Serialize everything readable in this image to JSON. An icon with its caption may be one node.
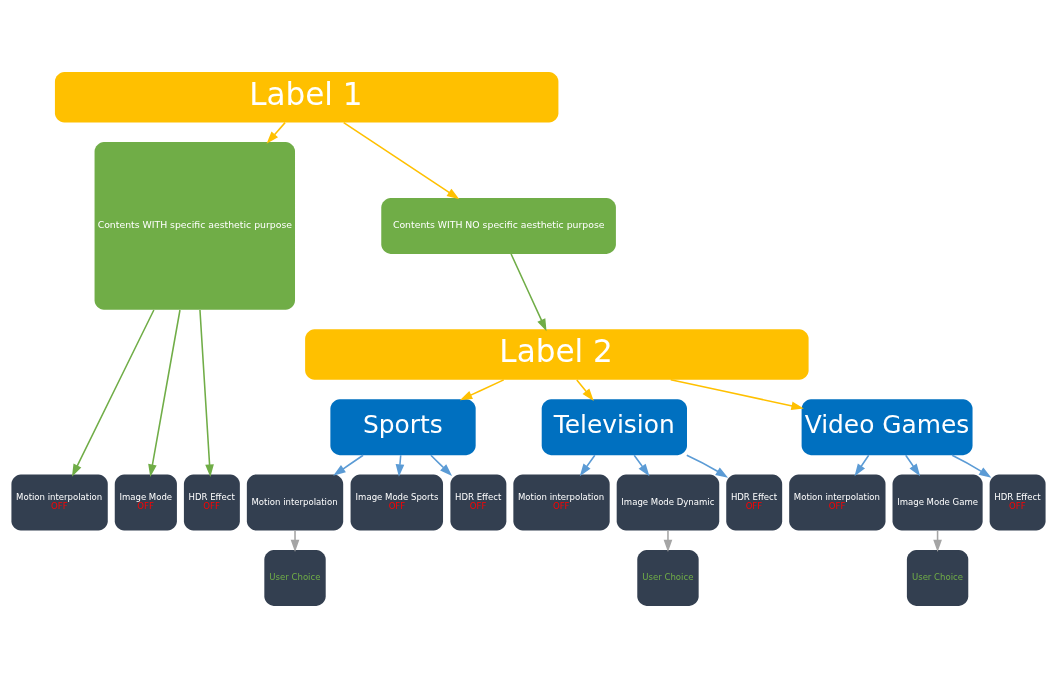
{
  "diagram": {
    "nodes": [
      {
        "text": [
          "Label 1"
        ]
      },
      {
        "text": [
          "Contents WITH specific aesthetic purpose"
        ]
      },
      {
        "text": [
          "Contents WITH NO specific aesthetic purpose"
        ]
      },
      {
        "text": [
          "Label 2"
        ]
      },
      {
        "text": [
          "Sports"
        ]
      },
      {
        "text": [
          "Television"
        ]
      },
      {
        "text": [
          "Video Games"
        ]
      },
      {
        "text": [
          "Motion interpolation",
          "OFF"
        ]
      },
      {
        "text": [
          "Image Mode",
          "OFF"
        ]
      },
      {
        "text": [
          "HDR Effect",
          "OFF"
        ]
      },
      {
        "text": [
          "Motion interpolation"
        ]
      },
      {
        "text": [
          "Image Mode Sports",
          "OFF"
        ]
      },
      {
        "text": [
          "HDR Effect",
          "OFF"
        ]
      },
      {
        "text": [
          "Motion interpolation",
          "OFF"
        ]
      },
      {
        "text": [
          "Image Mode Dynamic"
        ]
      },
      {
        "text": [
          "HDR Effect",
          "OFF"
        ]
      },
      {
        "text": [
          "Motion interpolation",
          "OFF"
        ]
      },
      {
        "text": [
          "Image Mode Game"
        ]
      },
      {
        "text": [
          "HDR Effect",
          "OFF"
        ]
      },
      {
        "text": [
          "User Choice"
        ]
      },
      {
        "text": [
          "User Choice"
        ]
      },
      {
        "text": [
          "User Choice"
        ]
      }
    ],
    "edges": [
      {
        "from": 0,
        "to": 1,
        "arrow": "to",
        "color": "#ffc000"
      },
      {
        "from": 0,
        "to": 2,
        "arrow": "to",
        "color": "#ffc000"
      },
      {
        "from": 2,
        "to": 3,
        "arrow": "to",
        "color": "#70ad47"
      },
      {
        "from": 3,
        "to": 4,
        "arrow": "to",
        "color": "#ffc000"
      },
      {
        "from": 3,
        "to": 5,
        "arrow": "to",
        "color": "#ffc000"
      },
      {
        "from": 3,
        "to": 6,
        "arrow": "to",
        "color": "#ffc000"
      },
      {
        "from": 1,
        "to": 7,
        "arrow": "to",
        "color": "#70ad47"
      },
      {
        "from": 1,
        "to": 8,
        "arrow": "to",
        "color": "#70ad47"
      },
      {
        "from": 1,
        "to": 9,
        "arrow": "to",
        "color": "#70ad47"
      },
      {
        "from": 4,
        "to": 10,
        "arrow": "to"
      },
      {
        "from": 4,
        "to": 11,
        "arrow": "to"
      },
      {
        "from": 4,
        "to": 12,
        "arrow": "to"
      },
      {
        "from": 5,
        "to": 13,
        "arrow": "to"
      },
      {
        "from": 5,
        "to": 14,
        "arrow": "to"
      },
      {
        "from": 5,
        "to": 15,
        "arrow": "to"
      },
      {
        "from": 6,
        "to": 16,
        "arrow": "to"
      },
      {
        "from": 6,
        "to": 17,
        "arrow": "to"
      },
      {
        "from": 6,
        "to": 18,
        "arrow": "to"
      },
      {
        "from": 10,
        "to": 19,
        "arrow": "to",
        "color": "#a5a5a5"
      },
      {
        "from": 14,
        "to": 20,
        "arrow": "to",
        "color": "#a5a5a5"
      },
      {
        "from": 17,
        "to": 21,
        "arrow": "to",
        "color": "#a5a5a5"
      }
    ]
  }
}
